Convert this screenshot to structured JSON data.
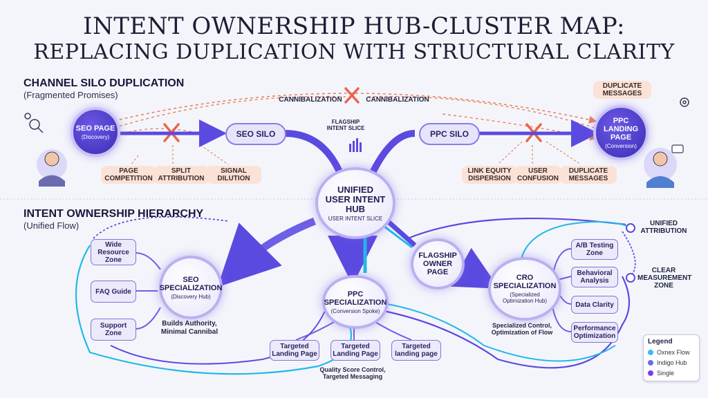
{
  "title": {
    "line1": "INTENT OWNERSHIP HUB-CLUSTER MAP:",
    "line2": "REPLACING DUPLICATION WITH STRUCTURAL CLARITY"
  },
  "silo_section": {
    "heading": "CHANNEL SILO DUPLICATION",
    "subheading": "(Fragmented Promises)"
  },
  "hierarchy_section": {
    "heading": "INTENT OWNERSHIP HIERARCHY",
    "subheading": "(Unified Flow)"
  },
  "seo_page": {
    "title": "SEO PAGE",
    "sub": "(Discovery)"
  },
  "ppc_landing": {
    "title": "PPC LANDING PAGE",
    "sub": "(Conversion)"
  },
  "seo_silo": "SEO SILO",
  "ppc_silo": "PPC SILO",
  "cannibalization_left": "CANNIBALIZATION",
  "cannibalization_right": "CANNIBALIZATION",
  "duplicate_messages_top": "DUPLICATE MESSAGES",
  "flagship_slice": "FLAGSHIP INTENT SLICE",
  "left_issues": [
    "PAGE COMPETITION",
    "SPLIT ATTRIBUTION",
    "SIGNAL DILUTION"
  ],
  "right_issues": [
    "LINK EQUITY DISPERSION",
    "USER CONFUSION",
    "DUPLICATE MESSAGES"
  ],
  "hub": {
    "title": "UNIFIED USER INTENT HUB",
    "sub": "USER INTENT SLICE"
  },
  "flagship_owner": "FLAGSHIP OWNER PAGE",
  "seo_spec": {
    "title": "SEO SPECIALIZATION",
    "sub": "(Discovery Hub)",
    "note": "Builds Authority, Minimal Cannibal"
  },
  "ppc_spec": {
    "title": "PPC SPECIALIZATION",
    "sub": "(Conversion Spoke)",
    "note": "Quality Score Control, Targeted Messaging"
  },
  "cro_spec": {
    "title": "CRO SPECIALIZATION",
    "sub": "(Specialized Optimization Hub)",
    "note": "Specialized Control, Optimization of Flow"
  },
  "seo_children": [
    "Wide Resource Zone",
    "FAQ Guide",
    "Support Zone"
  ],
  "ppc_children": [
    "Targeted Landing Page",
    "Targeted Landing Page",
    "Targeted landing page"
  ],
  "cro_children": [
    "A/B Testing Zone",
    "Behavioral Analysis",
    "Data Clarity",
    "Performance Optimization"
  ],
  "unified_attribution": "UNIFIED ATTRIBUTION",
  "clear_measurement": "CLEAR MEASUREMENT ZONE",
  "legend": {
    "title": "Legend",
    "items": [
      {
        "label": "Oxnex Flow",
        "color": "#38bdf8"
      },
      {
        "label": "Indigo Hub",
        "color": "#6d6ae8"
      },
      {
        "label": "Single",
        "color": "#7c3aed"
      }
    ]
  },
  "colors": {
    "accent": "#5b4ae0",
    "cyan": "#22b8e8",
    "tag": "#fbe2d6",
    "cross": "#e8664a"
  }
}
